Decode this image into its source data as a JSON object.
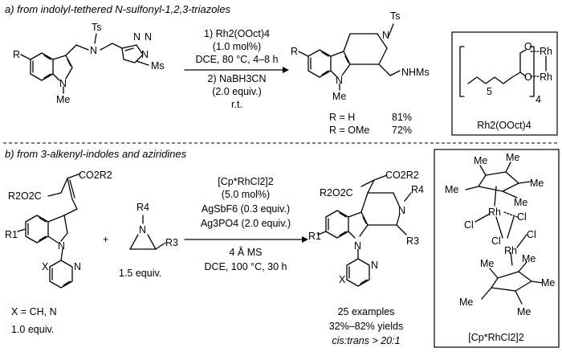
{
  "part_a": {
    "header": "a) from indolyl-tethered N-sulfonyl-1,2,3-triazoles",
    "sm_labels": {
      "r": "R",
      "ts": "Ts",
      "n_amine": "N",
      "triazole_n1": "N",
      "triazole_n2": "N",
      "triazole_n3": "N",
      "ms": "Ms",
      "indole_n": "N",
      "me": "Me"
    },
    "conditions_above": [
      "1) Rh2(OOct)4",
      "(1.0 mol%)",
      "DCE, 80 °C, 4–8 h"
    ],
    "conditions_below": [
      "2) NaBH3CN",
      "(2.0 equiv.)",
      "r.t."
    ],
    "product_labels": {
      "r": "R",
      "ts": "Ts",
      "n_ring": "N",
      "indole_n": "N",
      "me": "Me",
      "nhms": "NHMs"
    },
    "yields": [
      {
        "r": "R = H",
        "yield": "81%"
      },
      {
        "r": "R = OMe",
        "yield": "72%"
      }
    ],
    "catalyst_box": {
      "sub5": "5",
      "sub4": "4",
      "rh_top": "Rh",
      "rh_bottom": "Rh",
      "name": "Rh2(OOct)4"
    }
  },
  "part_b": {
    "header": "b) from 3-alkenyl-indoles and aziridines",
    "sm1_labels": {
      "co2r2_top": "CO2R2",
      "r2o2c": "R2O2C",
      "r1": "R1",
      "indole_n": "N",
      "x": "X",
      "pyrimidine_n": "N",
      "x_def": "X = CH, N",
      "equiv": "1.0 equiv."
    },
    "plus": "+",
    "sm2_labels": {
      "r4": "R4",
      "n": "N",
      "r3": "R3",
      "equiv": "1.5 equiv."
    },
    "conditions_above": [
      "[Cp*RhCl2]2",
      "(5.0 mol%)",
      "AgSbF6 (0.3 equiv.)",
      "Ag3PO4 (2.0 equiv.)"
    ],
    "conditions_below": [
      "4 Å MS",
      "DCE, 100 °C, 30 h"
    ],
    "product_labels": {
      "co2r2": "CO2R2",
      "r2o2c": "R2O2C",
      "r4": "R4",
      "n_ring": "N",
      "r1": "R1",
      "indole_n": "N",
      "r3": "R3",
      "x": "X",
      "pyrimidine_n": "N"
    },
    "results": [
      "25 examples",
      "32%–82% yields",
      "cis:trans > 20:1"
    ],
    "catalyst_box": {
      "me": "Me",
      "rh": "Rh",
      "cl": "Cl",
      "name": "[Cp*RhCl2]2"
    }
  }
}
